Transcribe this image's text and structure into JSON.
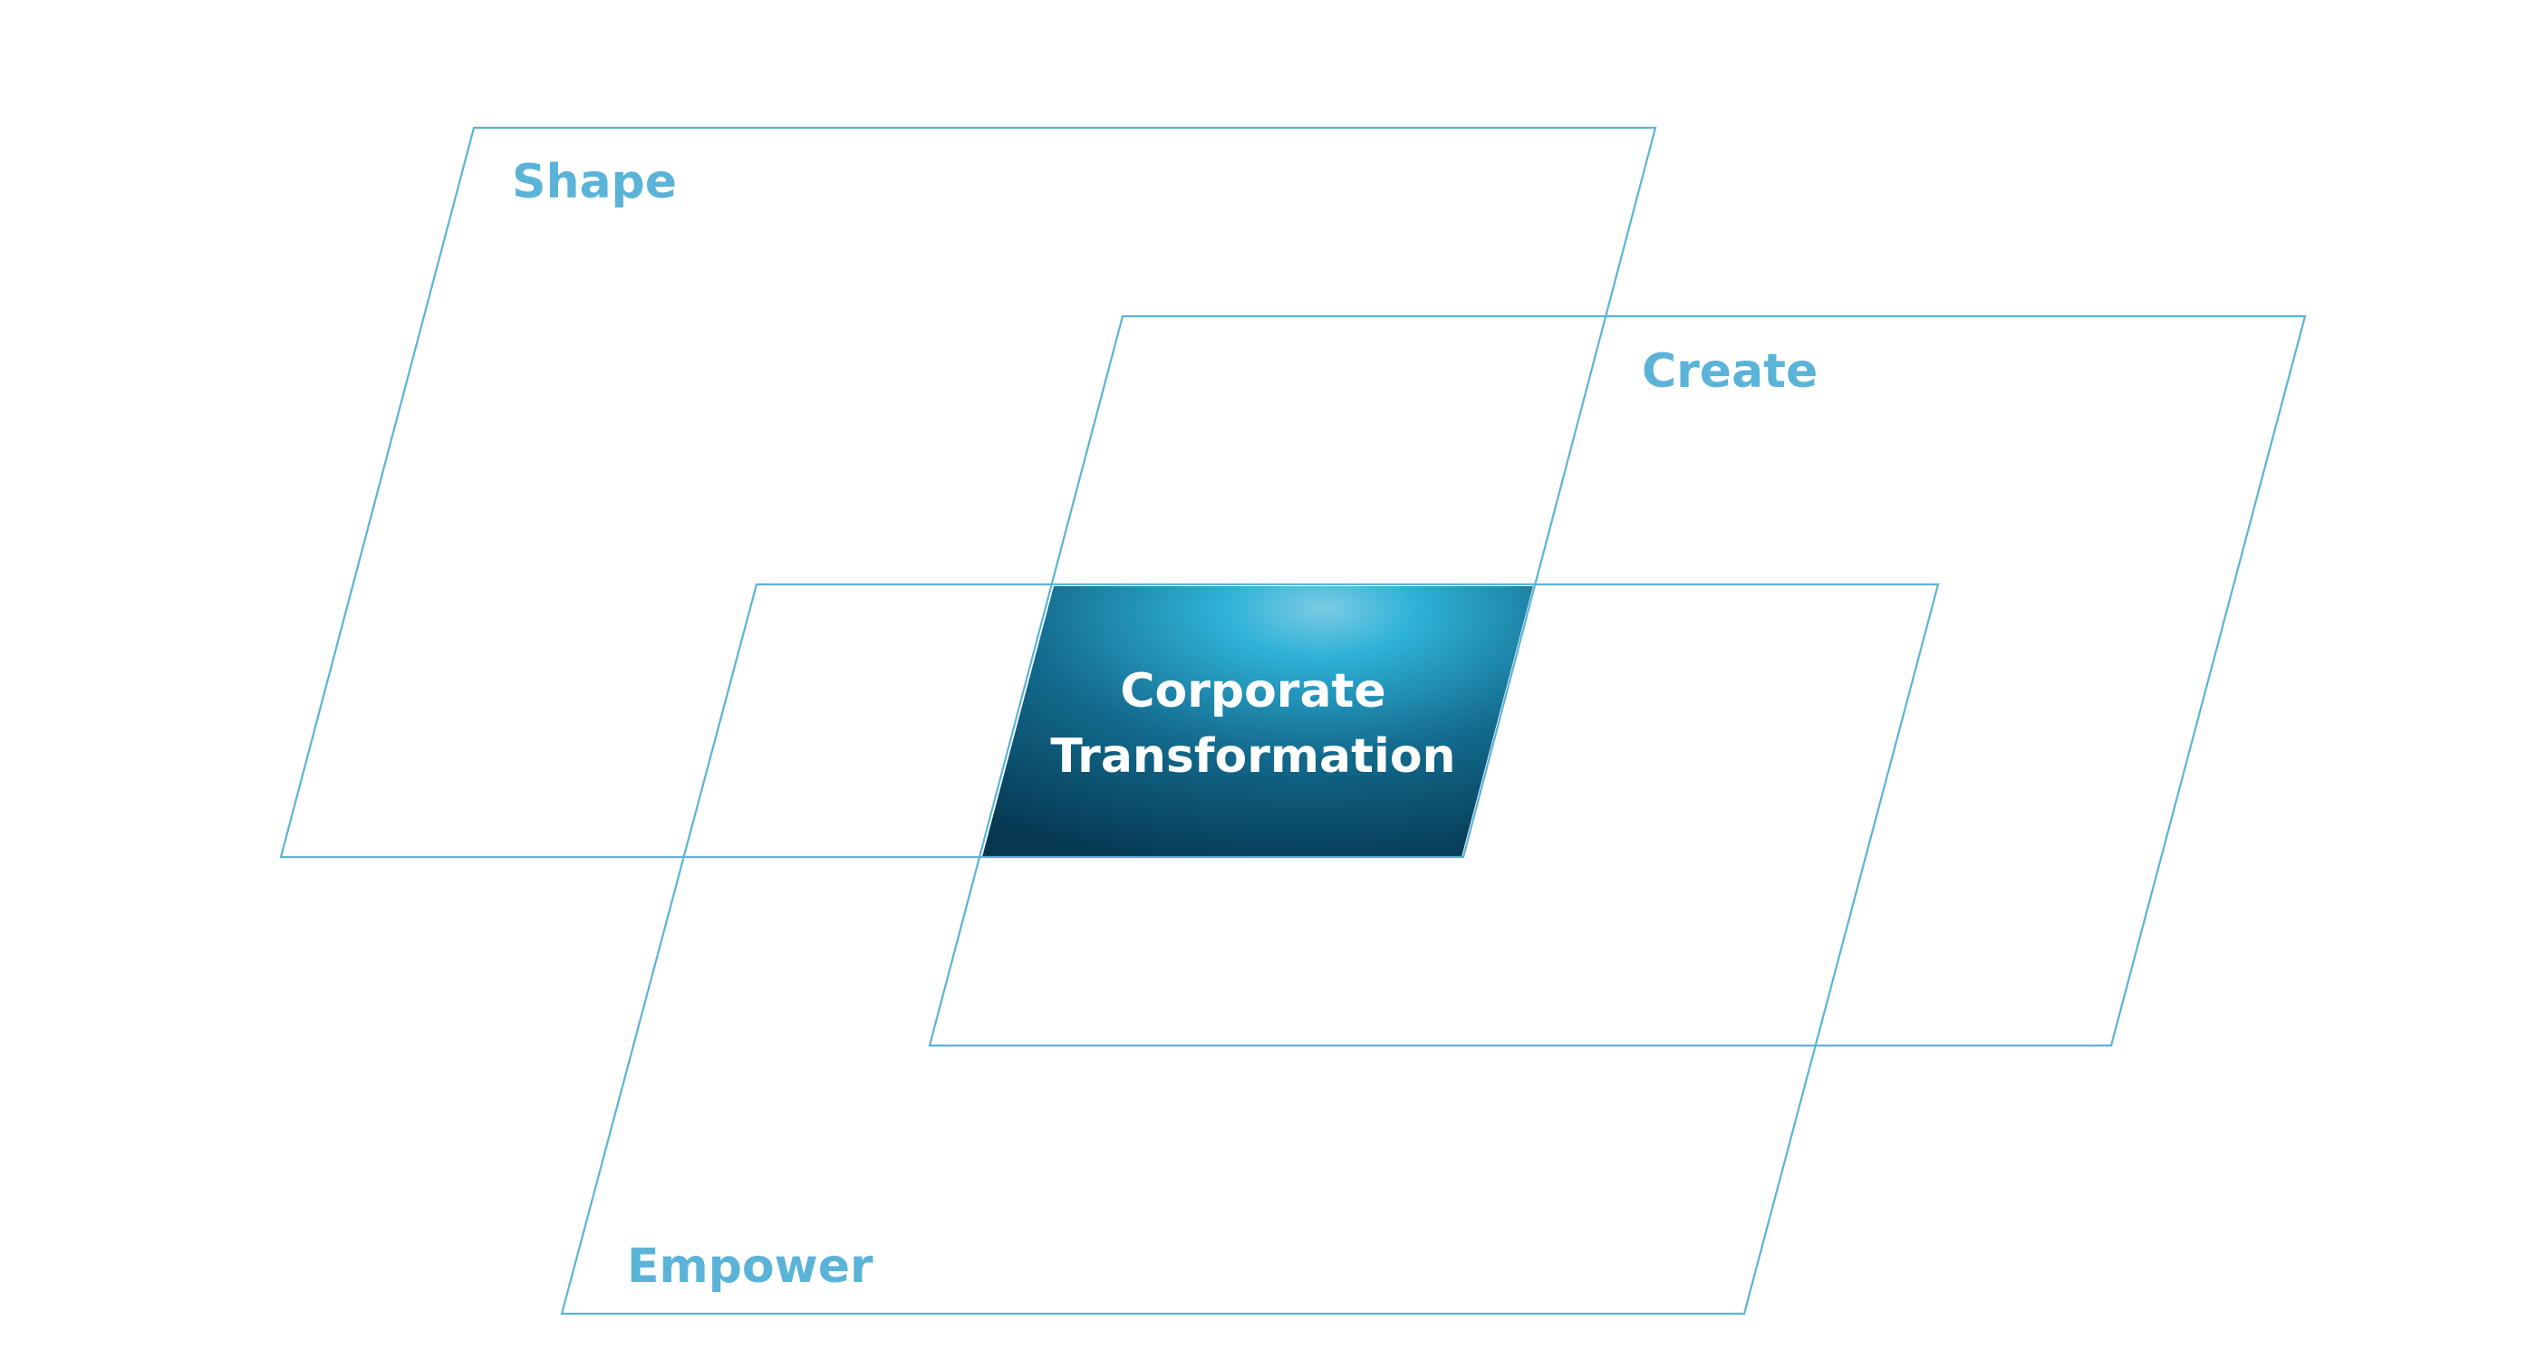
{
  "diagram": {
    "planes": {
      "shape": {
        "label": "Shape"
      },
      "create": {
        "label": "Create"
      },
      "empower": {
        "label": "Empower"
      }
    },
    "center": {
      "line1": "Corporate",
      "line2": "Transformation"
    },
    "colors": {
      "outline": "#5bb3d8",
      "label": "#5bb3d8",
      "center_dark": "#0b3c57",
      "center_light": "#6ec8e6",
      "center_text": "#ffffff"
    }
  }
}
